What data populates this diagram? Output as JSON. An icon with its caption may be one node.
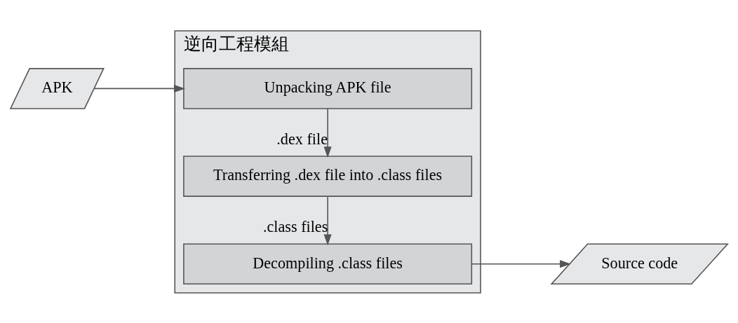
{
  "diagram": {
    "nodes": [
      {
        "text": [
          "APK"
        ]
      },
      {
        "text": [
          "逆向工程模組"
        ]
      },
      {
        "text": [
          "Unpacking APK file"
        ],
        "in": 1
      },
      {
        "text": [
          "Transferring .dex file into .class files"
        ],
        "in": 1
      },
      {
        "text": [
          "Decompiling .class files"
        ],
        "in": 1
      },
      {
        "text": [
          "Source code"
        ]
      }
    ],
    "edges": [
      {
        "from": 0,
        "to": 2,
        "arrow": "to"
      },
      {
        "from": 2,
        "to": 3,
        "arrow": "to",
        "label": ".dex file"
      },
      {
        "from": 3,
        "to": 4,
        "arrow": "to",
        "label": ".class files"
      },
      {
        "from": 4,
        "to": 5,
        "arrow": "to"
      }
    ]
  }
}
